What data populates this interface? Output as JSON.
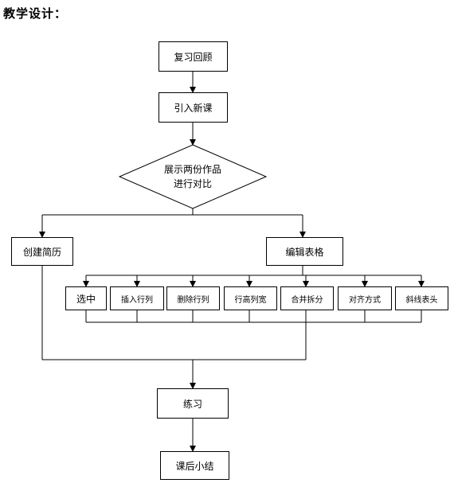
{
  "heading": "教学设计：",
  "steps": {
    "review": "复习回顾",
    "intro": "引入新课",
    "compare_line1": "展示两份作品",
    "compare_line2": "进行对比",
    "resume": "创建简历",
    "edit_table": "编辑表格",
    "practice": "练习",
    "summary": "课后小结"
  },
  "sub_steps": [
    "选中",
    "插入行列",
    "删除行列",
    "行高列宽",
    "合并拆分",
    "对齐方式",
    "斜线表头"
  ]
}
